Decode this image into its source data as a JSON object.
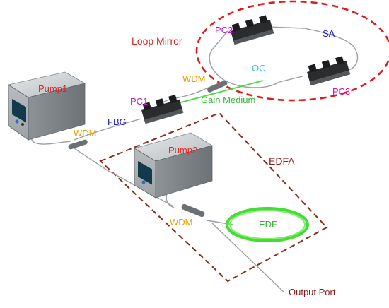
{
  "labels": {
    "loop_mirror": "Loop Mirror",
    "pc2": "PC2",
    "sa": "SA",
    "oc": "OC",
    "pc3": "PC3",
    "wdm_top": "WDM",
    "pc1": "PC1",
    "gain_medium": "Gain Medium",
    "fbg": "FBG",
    "pump1": "Pump1",
    "wdm_left": "WDM",
    "pump2": "Pump2",
    "edfa": "EDFA",
    "wdm_bottom": "WDM",
    "edf": "EDF",
    "output_port": "Output Port"
  },
  "colors": {
    "red_label": "#e32222",
    "magenta_label": "#cc11cc",
    "blue_label": "#1a1ad6",
    "cyan_label": "#22cccc",
    "orange_label": "#e8a000",
    "green_label": "#33b233",
    "dark_red_label": "#8b1a1a",
    "loop_dash": "#e01919",
    "edfa_dash": "#8b2a1a",
    "fiber": "#9aa0a6",
    "green_fiber": "#44dd33"
  }
}
